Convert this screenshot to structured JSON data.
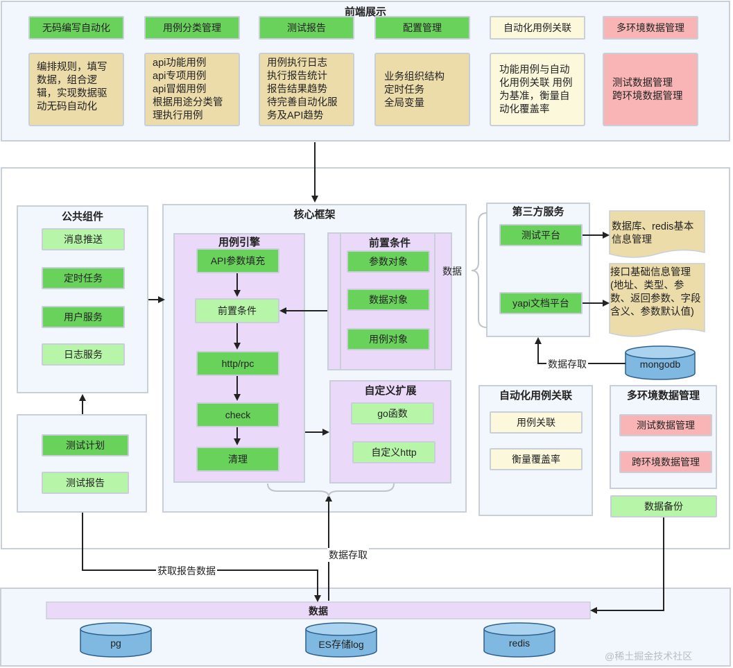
{
  "frontend": {
    "title": "前端展示",
    "modules": [
      {
        "label": "无码编写自动化",
        "note": "编排规则，填写数据，组合逻辑，实现数据驱动无码自动化"
      },
      {
        "label": "用例分类管理",
        "note": "api功能用例\napi专项用例\napi冒烟用例\n根据用途分类管理执行用例"
      },
      {
        "label": "测试报告",
        "note": "用例执行日志\n执行报告统计\n报告结果趋势\n待完善自动化服务及API趋势"
      },
      {
        "label": "配置管理",
        "note": "业务组织结构\n定时任务\n全局变量"
      },
      {
        "label": "自动化用例关联",
        "note": "功能用例与自动化用例关联\n用例为基准，衡量自动化覆盖率"
      },
      {
        "label": "多环境数据管理",
        "note": "测试数据管理\n跨环境数据管理"
      }
    ]
  },
  "common": {
    "title": "公共组件",
    "items": [
      "消息推送",
      "定时任务",
      "用户服务",
      "日志服务"
    ]
  },
  "plan": {
    "items": [
      "测试计划",
      "测试报告"
    ]
  },
  "core": {
    "title": "核心框架",
    "engine": {
      "title": "用例引擎",
      "steps": [
        "API参数填充",
        "前置条件",
        "http/rpc",
        "check",
        "清理"
      ]
    },
    "precondition": {
      "title": "前置条件",
      "items": [
        "参数对象",
        "数据对象",
        "用例对象"
      ]
    },
    "extension": {
      "title": "自定义扩展",
      "items": [
        "go函数",
        "自定义http"
      ]
    }
  },
  "third_party": {
    "title": "第三方服务",
    "items": [
      "测试平台",
      "yapi文档平台"
    ],
    "brace_label": "数据",
    "docs": [
      "数据库、redis基本信息管理",
      "接口基础信息管理(地址、类型、参数、返回参数、字段含义、参数默认值)"
    ]
  },
  "mongodb": {
    "label": "mongodb",
    "arrow_label": "数据存取"
  },
  "auto_case": {
    "title": "自动化用例关联",
    "items": [
      "用例关联",
      "衡量覆盖率"
    ]
  },
  "multi_env": {
    "title": "多环境数据管理",
    "items": [
      "测试数据管理",
      "跨环境数据管理"
    ]
  },
  "backup": {
    "label": "数据备份"
  },
  "data_layer": {
    "bar_label": "数据",
    "stores": [
      "pg",
      "ES存储log",
      "redis"
    ],
    "report_label": "获取报告数据",
    "access_label": "数据存取"
  },
  "watermark": "@稀土掘金技术社区",
  "colors": {
    "green": "#69d25b",
    "light_green": "#b7f5a8",
    "cream": "#fcf8dc",
    "pink": "#f9b5b6",
    "tan": "#ecdcaa",
    "purple": "#ead9f8",
    "panel": "#f2f6fd"
  }
}
